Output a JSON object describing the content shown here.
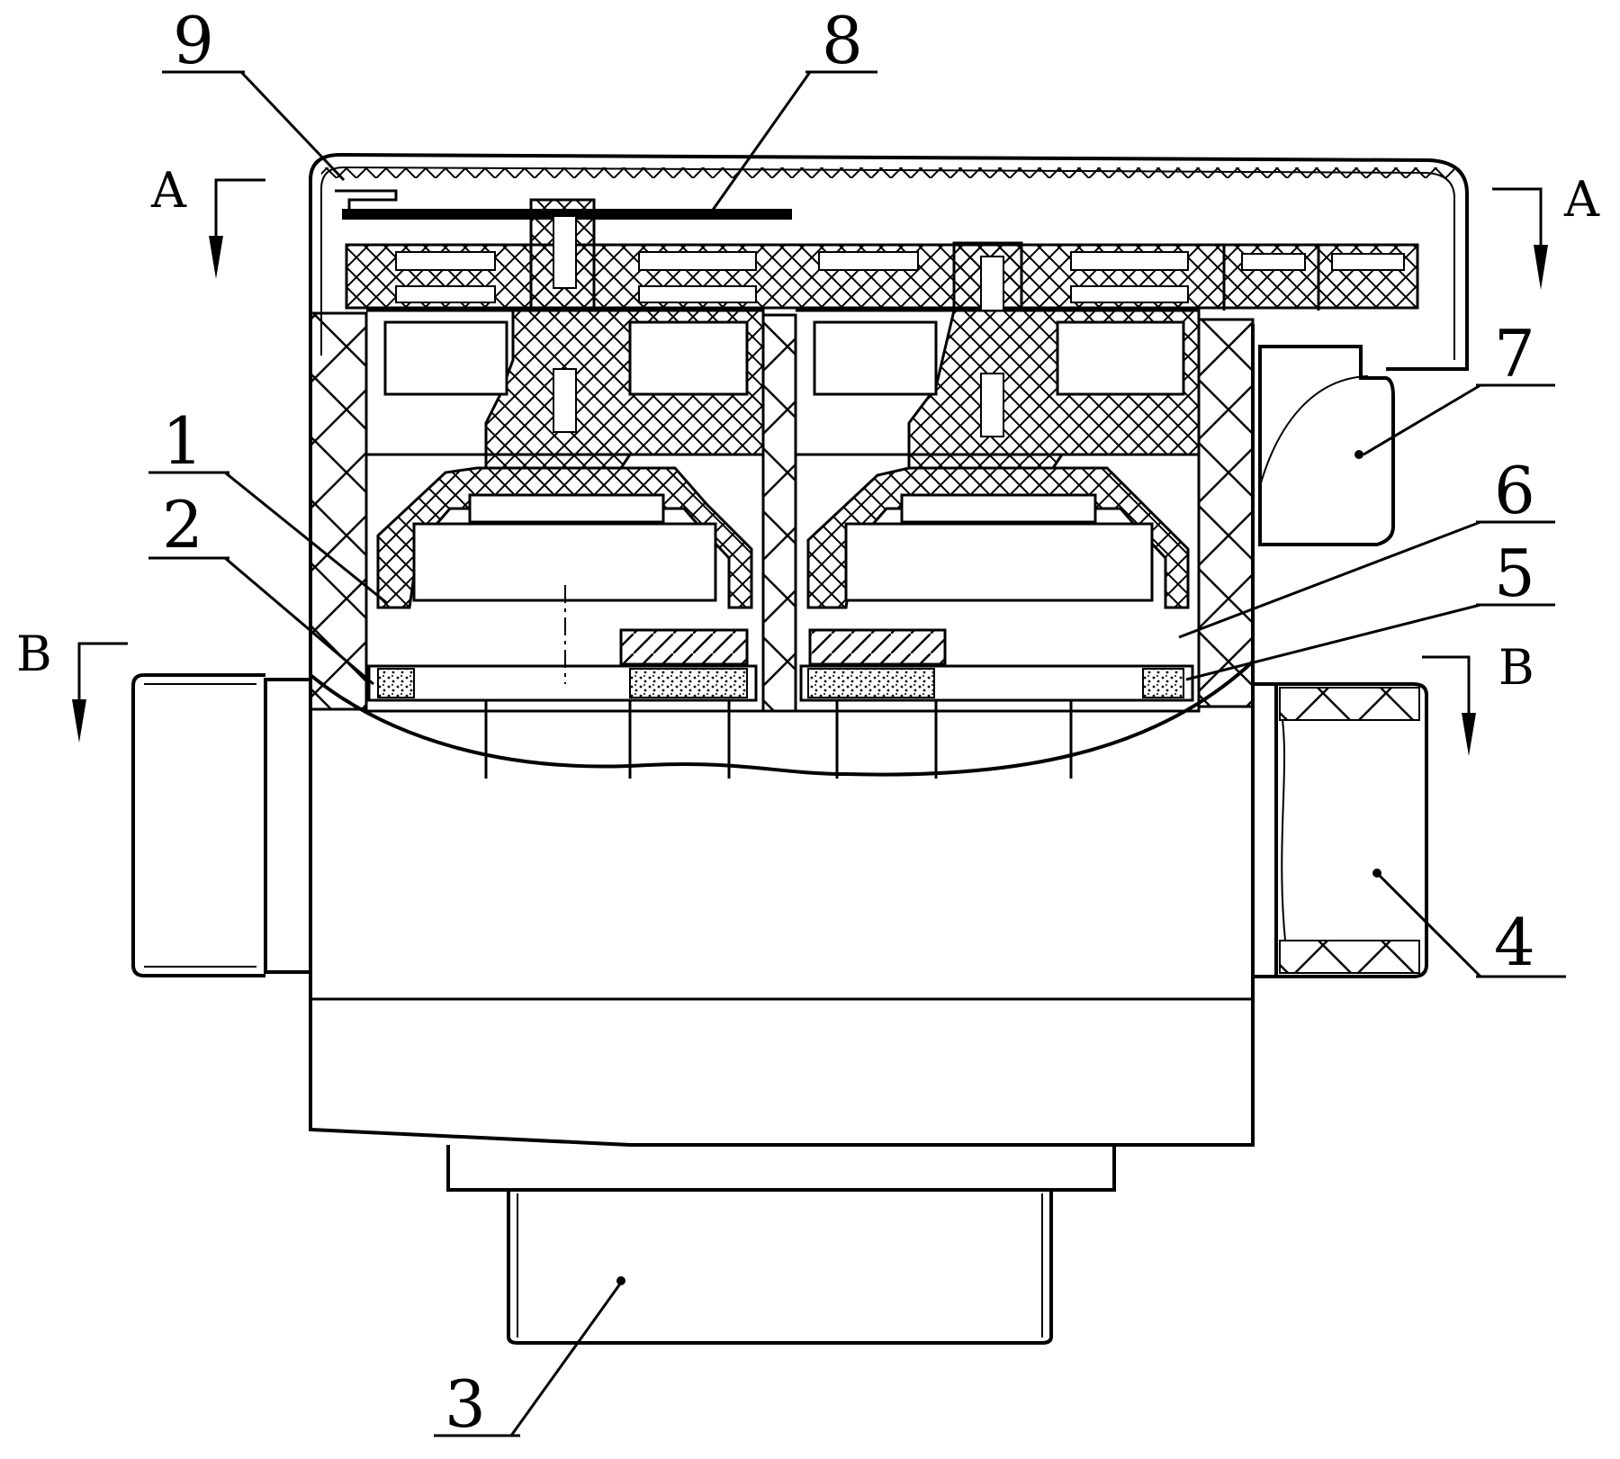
{
  "drawing": {
    "part_labels": [
      "1",
      "2",
      "3",
      "4",
      "5",
      "6",
      "7",
      "8",
      "9"
    ],
    "section_labels": {
      "a_left": "A",
      "a_right": "A",
      "b_left": "B",
      "b_right": "B"
    },
    "colors": {
      "line": "#000000",
      "background": "#ffffff"
    }
  }
}
